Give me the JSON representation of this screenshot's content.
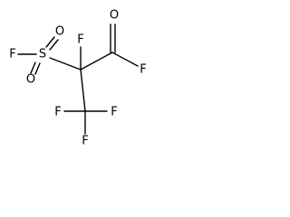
{
  "molecule": {
    "atoms": {
      "f_sulfonyl": "F",
      "s": "S",
      "o_sulfonyl_top": "O",
      "o_sulfonyl_bottom": "O",
      "f_alpha": "F",
      "o_carbonyl": "O",
      "f_acyl": "F",
      "f_cf3_left": "F",
      "f_cf3_right": "F",
      "f_cf3_bottom": "F"
    },
    "colors": {
      "bond": "#000000",
      "label": "#000000",
      "background": "#ffffff"
    }
  }
}
